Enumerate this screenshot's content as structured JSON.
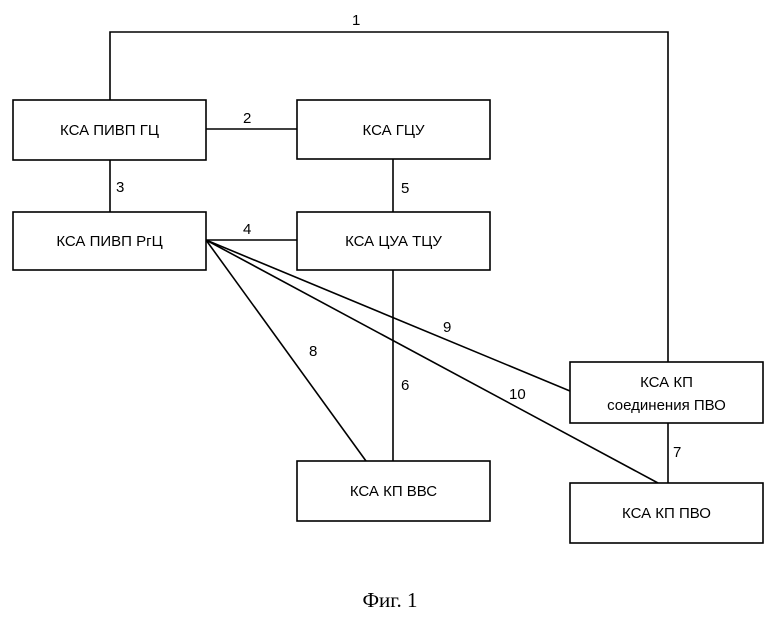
{
  "nodes": {
    "pivp_gc": {
      "label": "КСА ПИВП ГЦ"
    },
    "gcu": {
      "label": "КСА ГЦУ"
    },
    "pivp_rgc": {
      "label": "КСА ПИВП РгЦ"
    },
    "cua_tcu": {
      "label": "КСА ЦУА ТЦУ"
    },
    "kp_soed_pvo": {
      "label_line1": "КСА КП",
      "label_line2": "соединения ПВО"
    },
    "kp_vvs": {
      "label": "КСА КП ВВС"
    },
    "kp_pvo": {
      "label": "КСА КП ПВО"
    }
  },
  "edges": [
    {
      "id": "1",
      "label": "1",
      "from": "pivp_gc",
      "to": "kp_soed_pvo"
    },
    {
      "id": "2",
      "label": "2",
      "from": "pivp_gc",
      "to": "gcu"
    },
    {
      "id": "3",
      "label": "3",
      "from": "pivp_gc",
      "to": "pivp_rgc"
    },
    {
      "id": "4",
      "label": "4",
      "from": "pivp_rgc",
      "to": "cua_tcu"
    },
    {
      "id": "5",
      "label": "5",
      "from": "gcu",
      "to": "cua_tcu"
    },
    {
      "id": "6",
      "label": "6",
      "from": "cua_tcu",
      "to": "kp_vvs"
    },
    {
      "id": "7",
      "label": "7",
      "from": "kp_soed_pvo",
      "to": "kp_pvo"
    },
    {
      "id": "8",
      "label": "8",
      "from": "pivp_rgc",
      "to": "kp_vvs"
    },
    {
      "id": "9",
      "label": "9",
      "from": "pivp_rgc",
      "to": "kp_soed_pvo"
    },
    {
      "id": "10",
      "label": "10",
      "from": "pivp_rgc",
      "to": "kp_pvo"
    }
  ],
  "caption": "Фиг. 1"
}
